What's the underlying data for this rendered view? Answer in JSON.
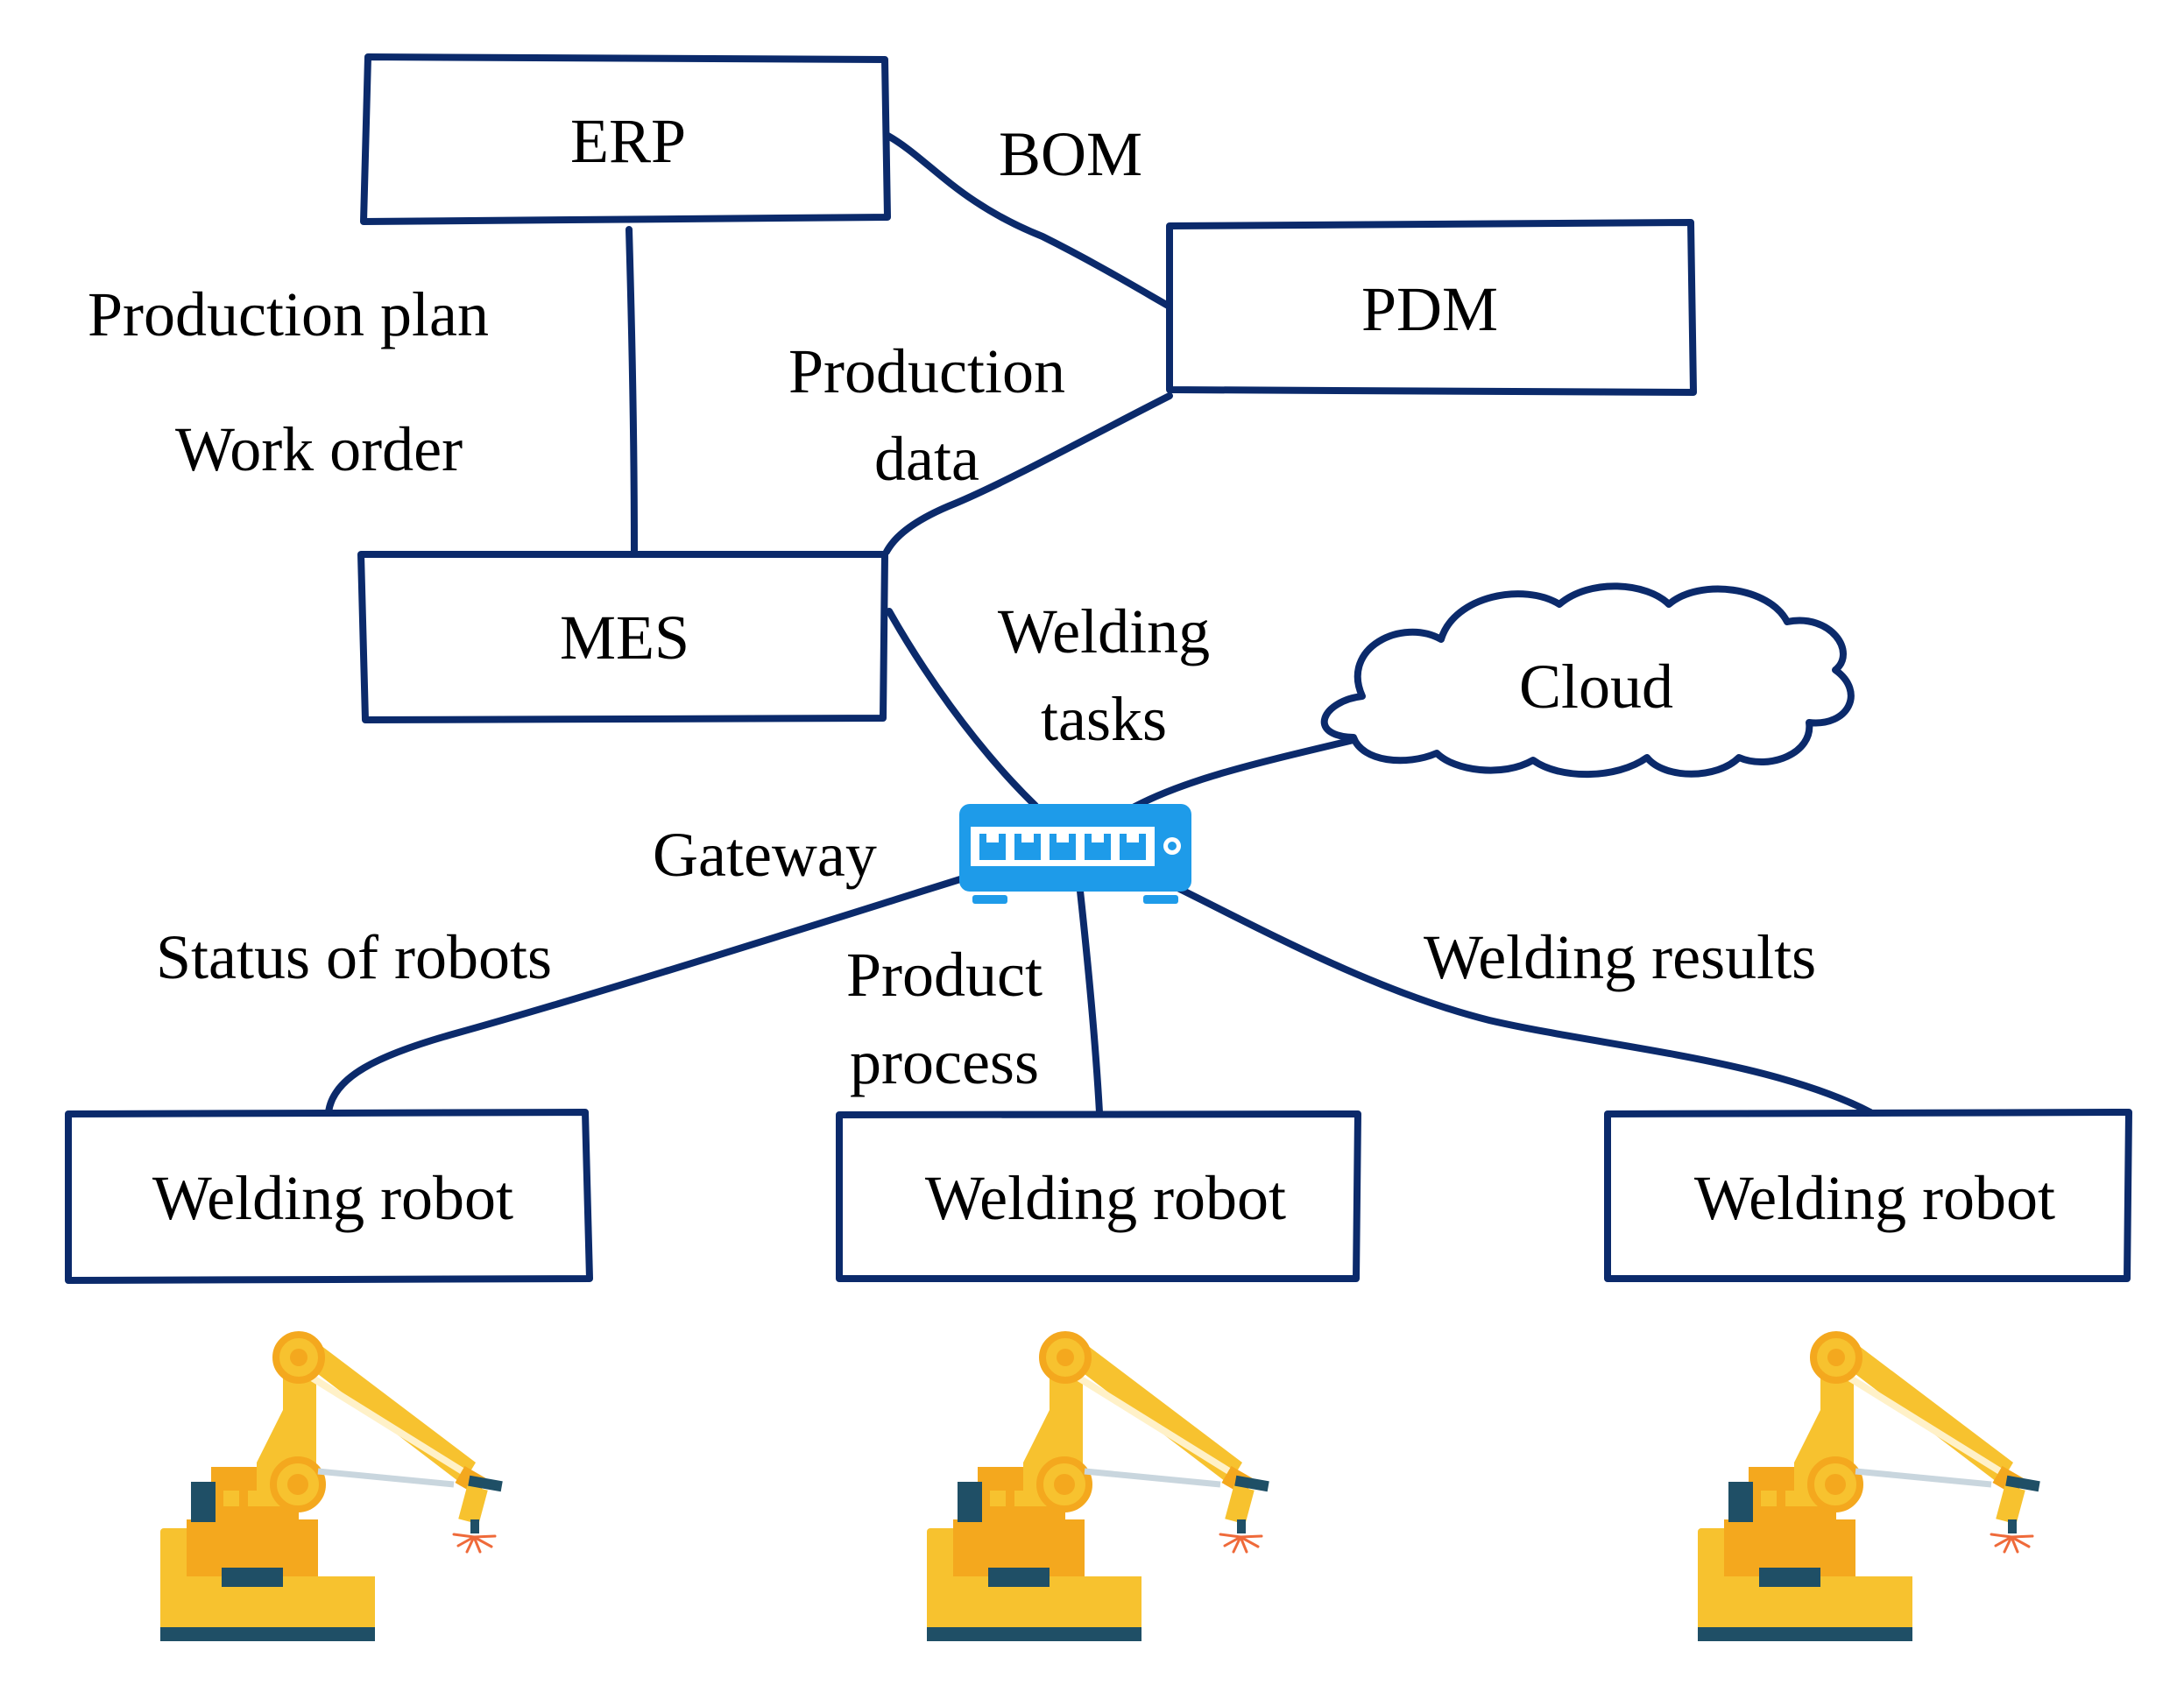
{
  "nodes": {
    "erp": "ERP",
    "pdm": "PDM",
    "mes": "MES",
    "cloud": "Cloud",
    "gateway": "Gateway",
    "robot_1": "Welding robot",
    "robot_2": "Welding robot",
    "robot_3": "Welding robot"
  },
  "edge_labels": {
    "erp_pdm": "BOM",
    "erp_mes_line1": "Production plan",
    "erp_mes_line2": "Work order",
    "pdm_mes_line1": "Production",
    "pdm_mes_line2": "data",
    "mes_gateway_line1": "Welding",
    "mes_gateway_line2": "tasks",
    "gateway_robot1": "Status of robots",
    "gateway_robot2_line1": "Product",
    "gateway_robot2_line2": "process",
    "gateway_robot3": "Welding results"
  },
  "colors": {
    "line": "#0b2a6b",
    "gateway": "#1e9be9",
    "robot_primary": "#f7c22f",
    "robot_secondary": "#f4a81e",
    "robot_base_stripe": "#1f4f66"
  },
  "icons": {
    "gateway": "network-switch-icon",
    "robot": "welding-robot-arm-icon",
    "cloud": "cloud-shape"
  }
}
